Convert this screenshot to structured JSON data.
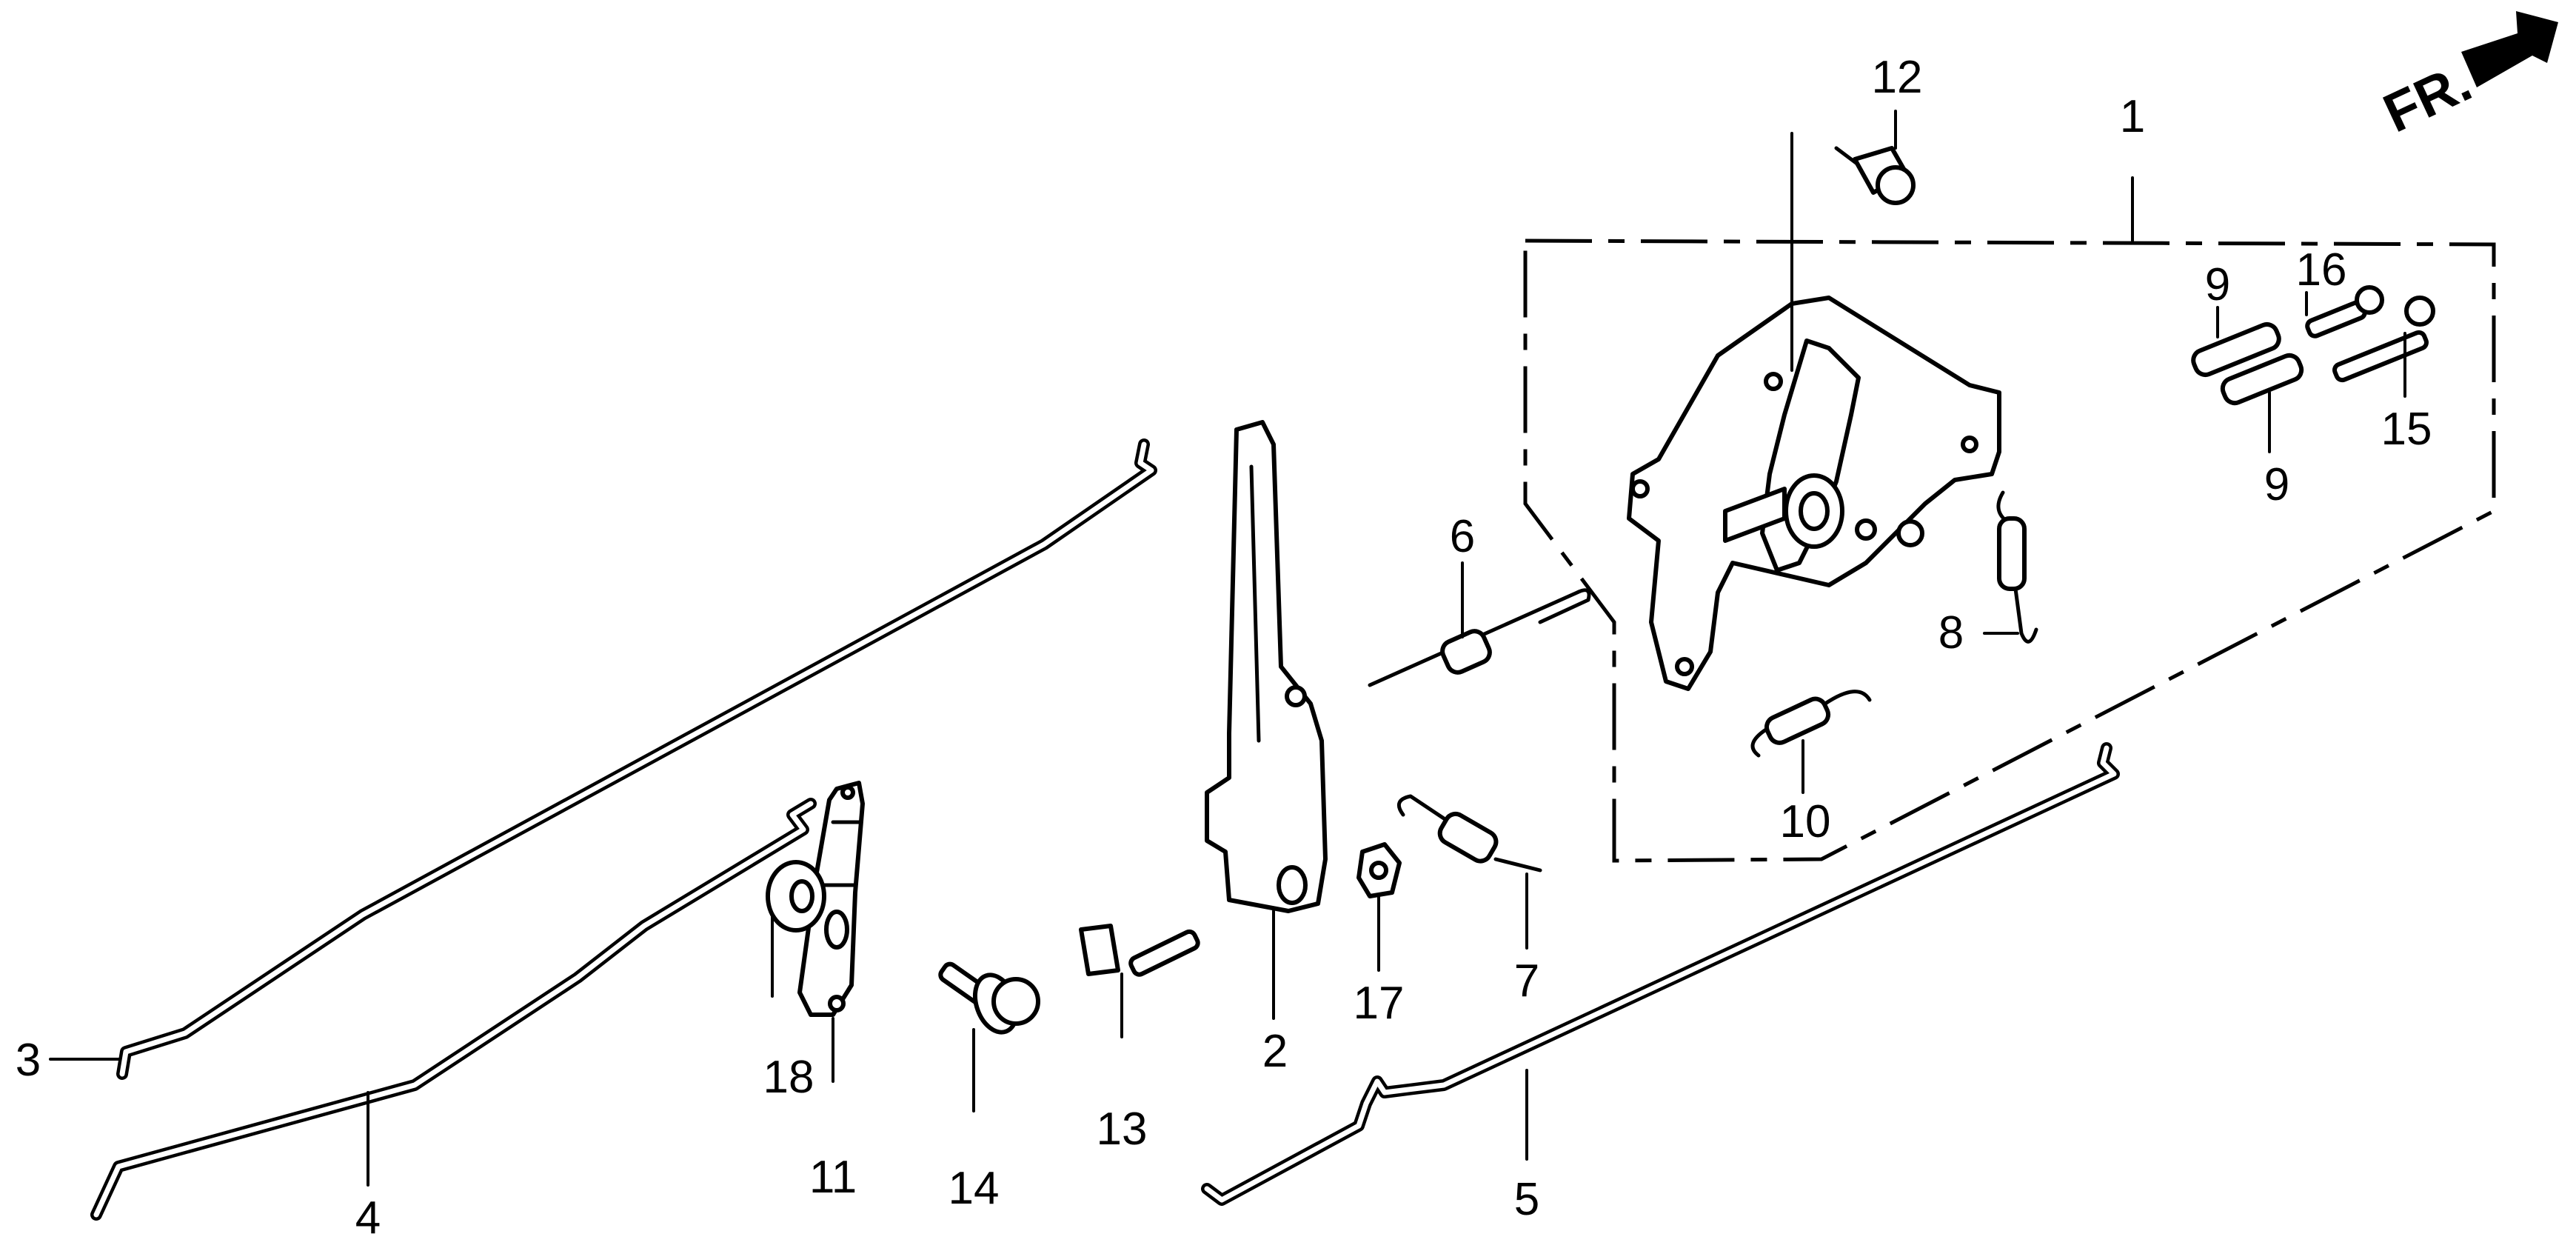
{
  "diagram": {
    "type": "exploded-parts-diagram",
    "direction_marker": {
      "text": "FR.",
      "icon": "front-direction-arrow"
    },
    "callouts": [
      {
        "id": "1",
        "part": "control-base-assembly"
      },
      {
        "id": "2",
        "part": "control-lever"
      },
      {
        "id": "3",
        "part": "rod-upper"
      },
      {
        "id": "4",
        "part": "rod-lower"
      },
      {
        "id": "5",
        "part": "rod-long-right"
      },
      {
        "id": "6",
        "part": "spring-long-hook"
      },
      {
        "id": "7",
        "part": "spring-short"
      },
      {
        "id": "8",
        "part": "spring-vertical"
      },
      {
        "id": "9",
        "part": "spring-coil-upper"
      },
      {
        "id": "9b",
        "part": "spring-coil-lower",
        "label": "9"
      },
      {
        "id": "10",
        "part": "spring-return"
      },
      {
        "id": "11",
        "part": "link-arm"
      },
      {
        "id": "12",
        "part": "flange-bolt-top"
      },
      {
        "id": "13",
        "part": "square-head-bolt"
      },
      {
        "id": "14",
        "part": "flange-bolt"
      },
      {
        "id": "15",
        "part": "long-bolt"
      },
      {
        "id": "16",
        "part": "short-bolt"
      },
      {
        "id": "17",
        "part": "nut"
      },
      {
        "id": "18",
        "part": "washer"
      }
    ],
    "labels": {
      "c1": "1",
      "c2": "2",
      "c3": "3",
      "c4": "4",
      "c5": "5",
      "c6": "6",
      "c7": "7",
      "c8": "8",
      "c9a": "9",
      "c9b": "9",
      "c10": "10",
      "c11": "11",
      "c12": "12",
      "c13": "13",
      "c14": "14",
      "c15": "15",
      "c16": "16",
      "c17": "17",
      "c18": "18"
    }
  }
}
